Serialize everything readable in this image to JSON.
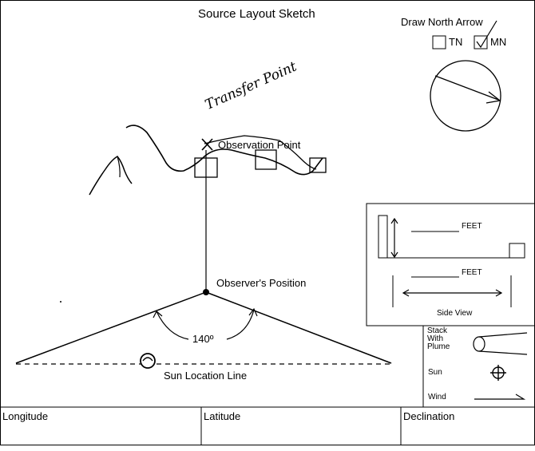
{
  "sketch": {
    "title": "Source Layout Sketch",
    "north": {
      "title": "Draw North Arrow",
      "tn_label": "TN",
      "mn_label": "MN",
      "mn_checked": true,
      "tn_checked": false
    },
    "annotation": "Transfer Point",
    "observation_point_label": "Observation Point",
    "observer_position_label": "Observer's Position",
    "angle_label": "140º",
    "sun_location_label": "Sun Location Line"
  },
  "side_view": {
    "feet_label_1": "FEET",
    "feet_label_2": "FEET",
    "caption": "Side View"
  },
  "legend": {
    "stack_label": "Stack With Plume",
    "sun_label": "Sun",
    "wind_label": "Wind"
  },
  "footer": {
    "longitude_label": "Longitude",
    "latitude_label": "Latitude",
    "declination_label": "Declination"
  },
  "colors": {
    "ink": "#000000",
    "paper": "#ffffff"
  }
}
